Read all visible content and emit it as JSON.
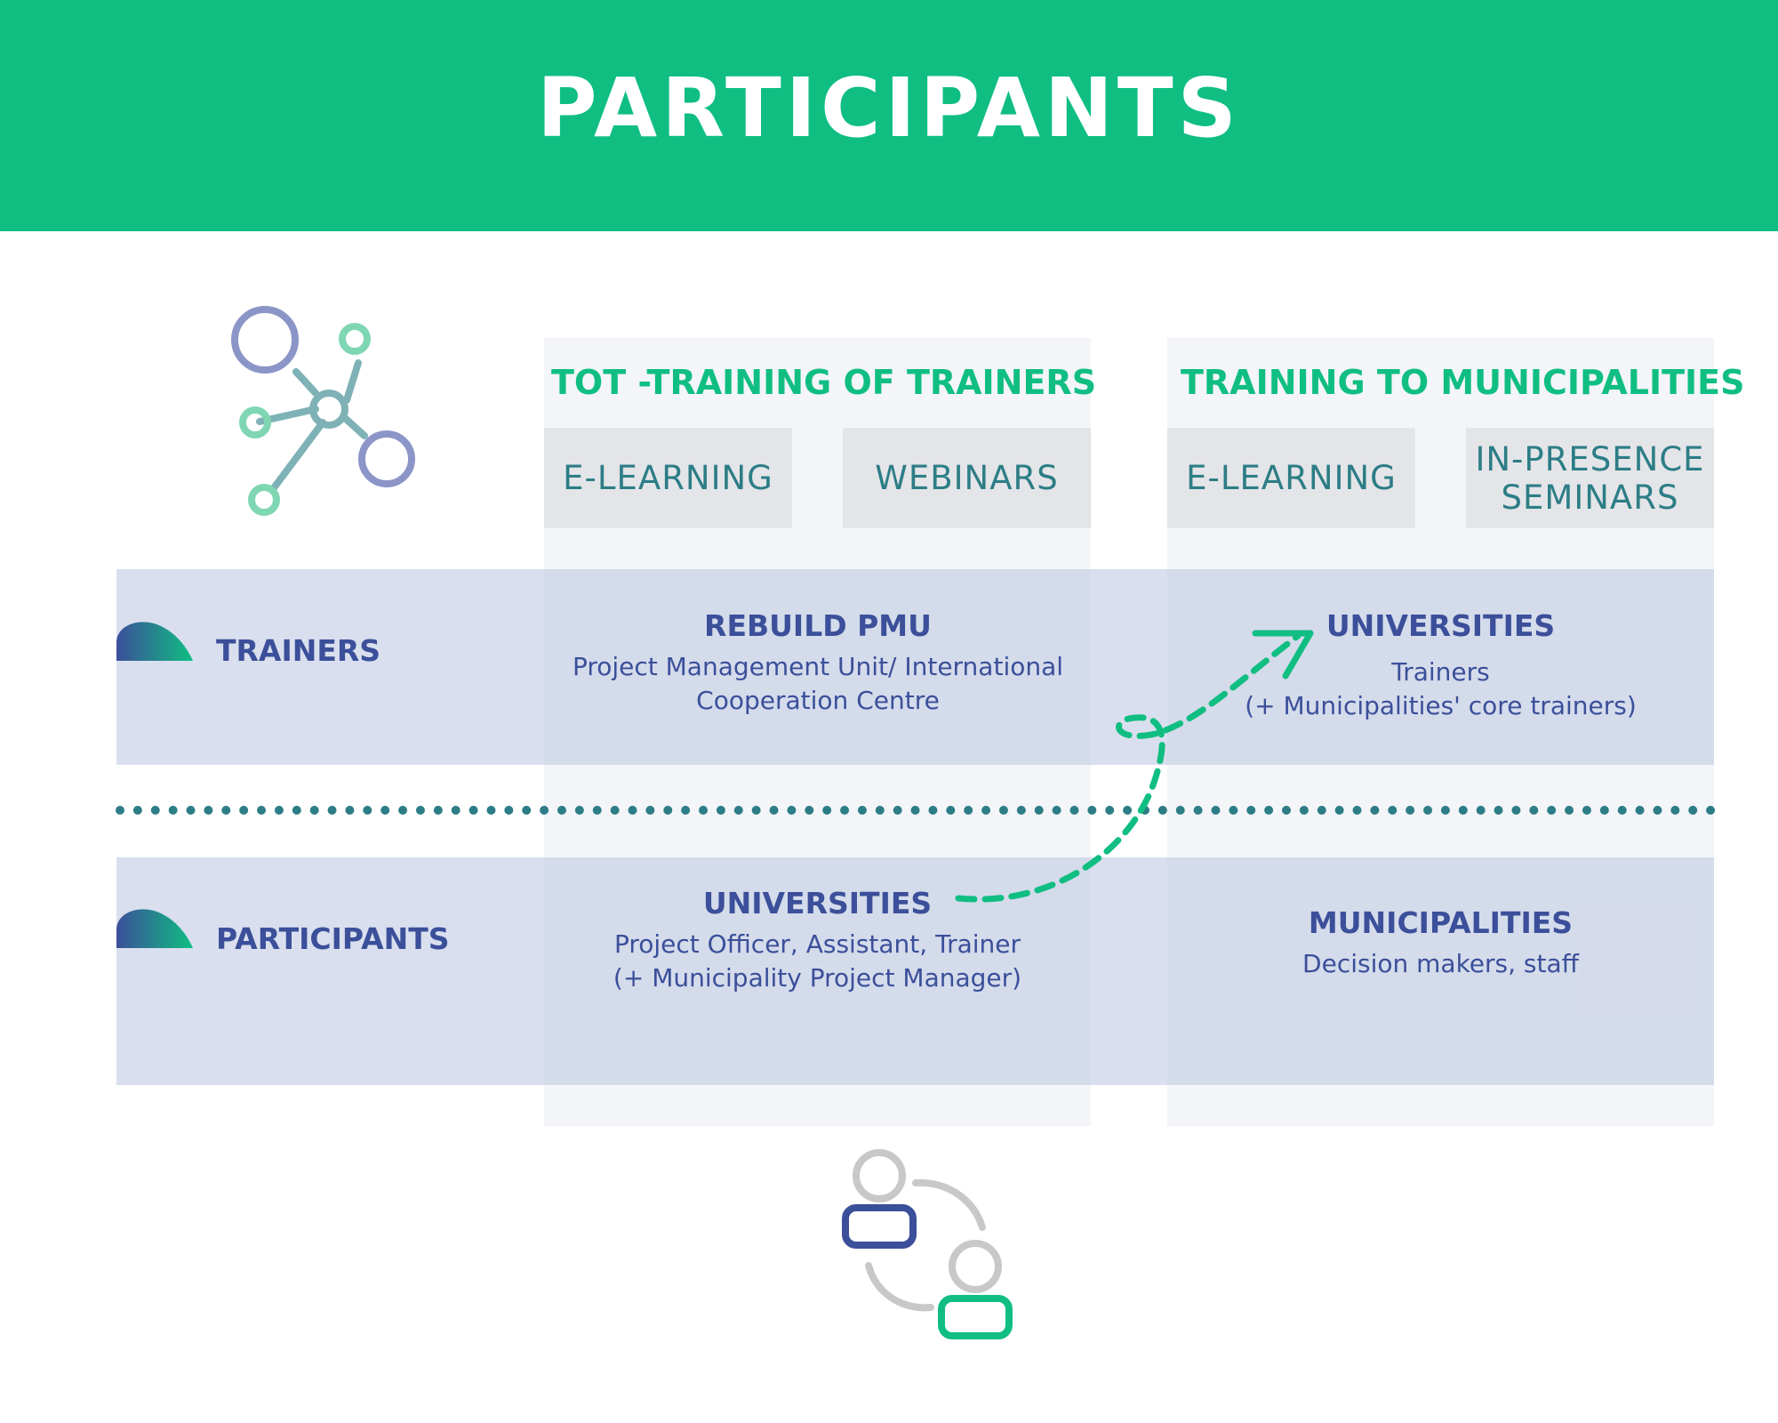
{
  "title": "PARTICIPANTS",
  "columns": [
    {
      "title": "TOT -TRAINING OF TRAINERS",
      "tabs": [
        "E-LEARNING",
        "WEBINARS"
      ]
    },
    {
      "title": "TRAINING TO MUNICIPALITIES",
      "tabs": [
        "E-LEARNING",
        "IN-PRESENCE\nSEMINARS"
      ]
    }
  ],
  "rows": {
    "trainers": {
      "label": "TRAINERS",
      "tot": {
        "heading": "REBUILD PMU",
        "detail": "Project Management Unit/ International Cooperation Centre"
      },
      "municipalities": {
        "heading": "UNIVERSITIES",
        "detail_1": "Trainers",
        "detail_2": "(+ Municipalities' core trainers)"
      }
    },
    "participants": {
      "label": "PARTICIPANTS",
      "tot": {
        "heading": "UNIVERSITIES",
        "detail_1": "Project Officer, Assistant, Trainer",
        "detail_2": "(+ Municipality Project Manager)"
      },
      "municipalities": {
        "heading": "MUNICIPALITIES",
        "detail": "Decision makers, staff"
      }
    }
  },
  "colors": {
    "brand_green": "#10be82",
    "navy": "#3b4f9a",
    "teal": "#2c7d86"
  },
  "icons": {
    "top_left": "network-nodes-icon",
    "row_marker": "leaf-gradient-icon",
    "bottom": "people-exchange-icon",
    "flow": "dashed-arrow-icon"
  }
}
